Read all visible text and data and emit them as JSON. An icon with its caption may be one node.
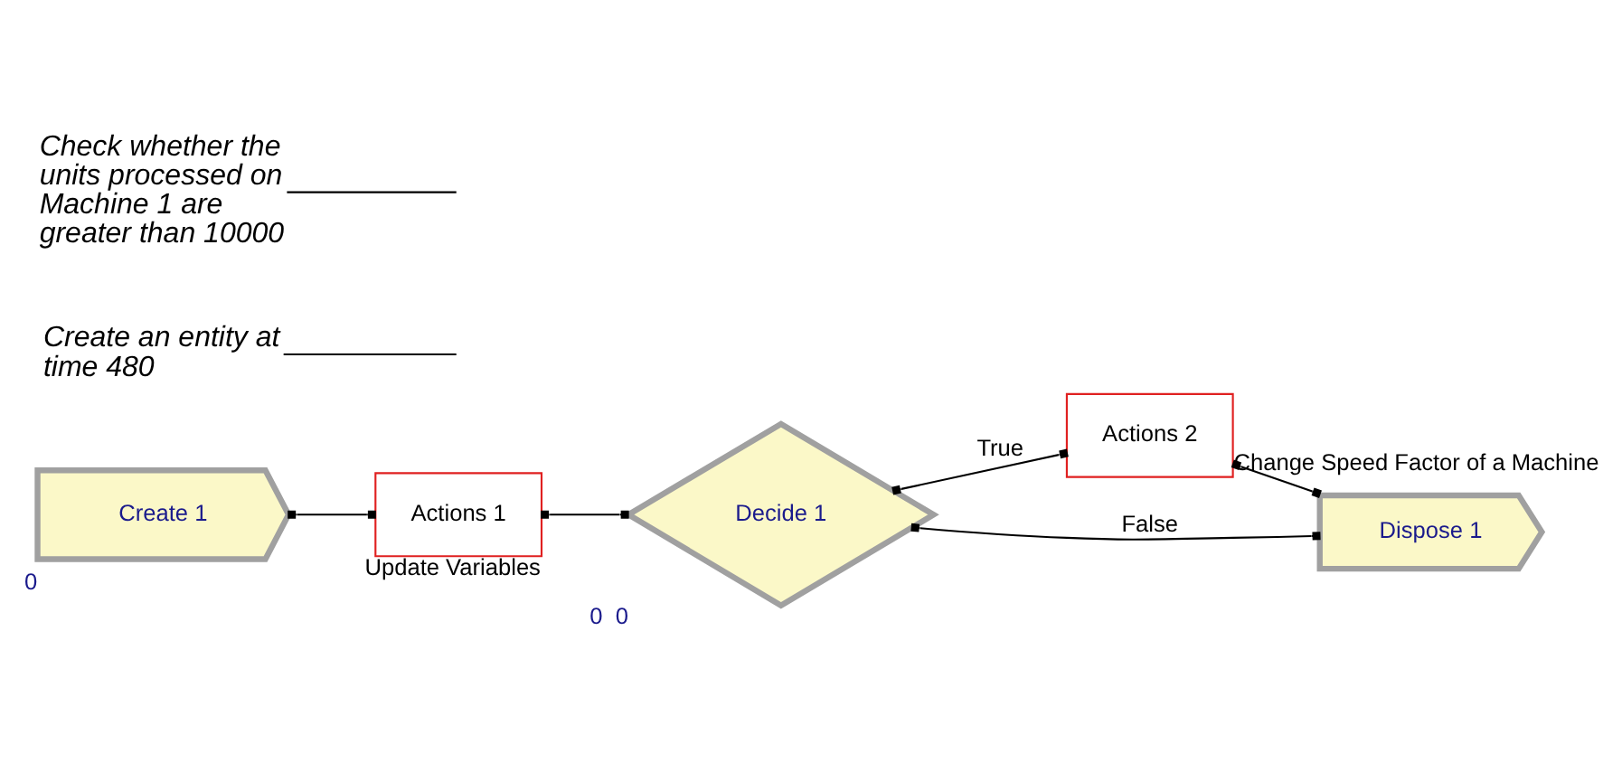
{
  "diagram": {
    "nodes": [
      {
        "text": [
          "Create 1"
        ],
        "beside": [
          "0"
        ]
      },
      {
        "text": [
          "Actions 1"
        ],
        "beside": [
          "Update Variables"
        ]
      },
      {
        "text": [
          "Decide 1"
        ],
        "beside": [
          "0",
          "0"
        ]
      },
      {
        "text": [
          "Actions 2"
        ],
        "beside": [
          "Change Speed Factor of a Machine"
        ]
      },
      {
        "text": [
          "Dispose 1"
        ]
      },
      {
        "text": [
          "Create an entity at time 480"
        ]
      },
      {
        "text": [
          "Check whether the units processed on Machine 1 are greater than 10000"
        ]
      }
    ],
    "edges": [
      {
        "from": 0,
        "to": 1,
        "arrow": "other"
      },
      {
        "from": 1,
        "to": 2,
        "arrow": "other"
      },
      {
        "from": 2,
        "to": 3,
        "arrow": "other",
        "label": "True"
      },
      {
        "from": 2,
        "to": 4,
        "arrow": "other",
        "label": "False"
      },
      {
        "from": 3,
        "to": 4,
        "arrow": "other"
      },
      {
        "from": 5,
        "to": null,
        "arrow": "none"
      },
      {
        "from": 6,
        "to": null,
        "arrow": "none"
      }
    ]
  }
}
